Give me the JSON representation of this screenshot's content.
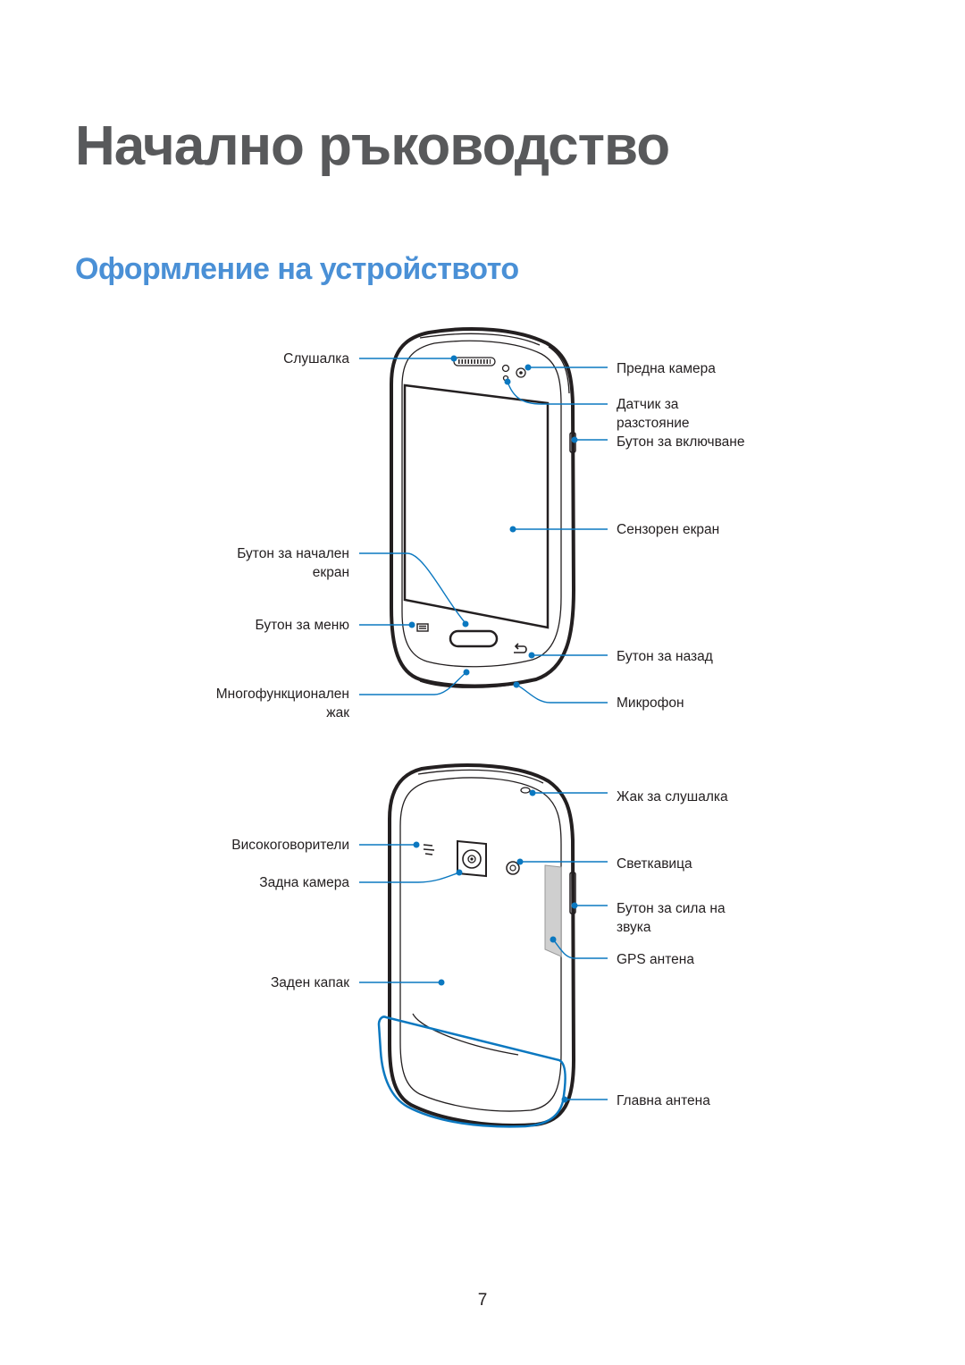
{
  "chapter_title": "Начално ръководство",
  "section_title": "Оформление на устройството",
  "front_labels": {
    "earpiece": "Слушалка",
    "front_camera": "Предна камера",
    "proximity_sensor_line1": "Датчик за",
    "proximity_sensor_line2": "разстояние",
    "power_button": "Бутон за включване",
    "touch_screen": "Сензорен екран",
    "home_button_line1": "Бутон за начален",
    "home_button_line2": "екран",
    "menu_button": "Бутон за меню",
    "back_button": "Бутон за назад",
    "multipurpose_jack_line1": "Многофункционален",
    "multipurpose_jack_line2": "жак",
    "microphone": "Микрофон"
  },
  "back_labels": {
    "headset_jack": "Жак за слушалка",
    "speaker": "Високоговорители",
    "flash": "Светкавица",
    "rear_camera": "Задна камера",
    "volume_button_line1": "Бутон за сила на",
    "volume_button_line2": "звука",
    "gps_antenna": "GPS антена",
    "back_cover": "Заден капак",
    "main_antenna": "Главна антена"
  },
  "colors": {
    "callout": "#0b78c0",
    "device_outline": "#231f20",
    "chapter_title": "#58595b",
    "section_title": "#4a90d6"
  },
  "page_number": "7"
}
